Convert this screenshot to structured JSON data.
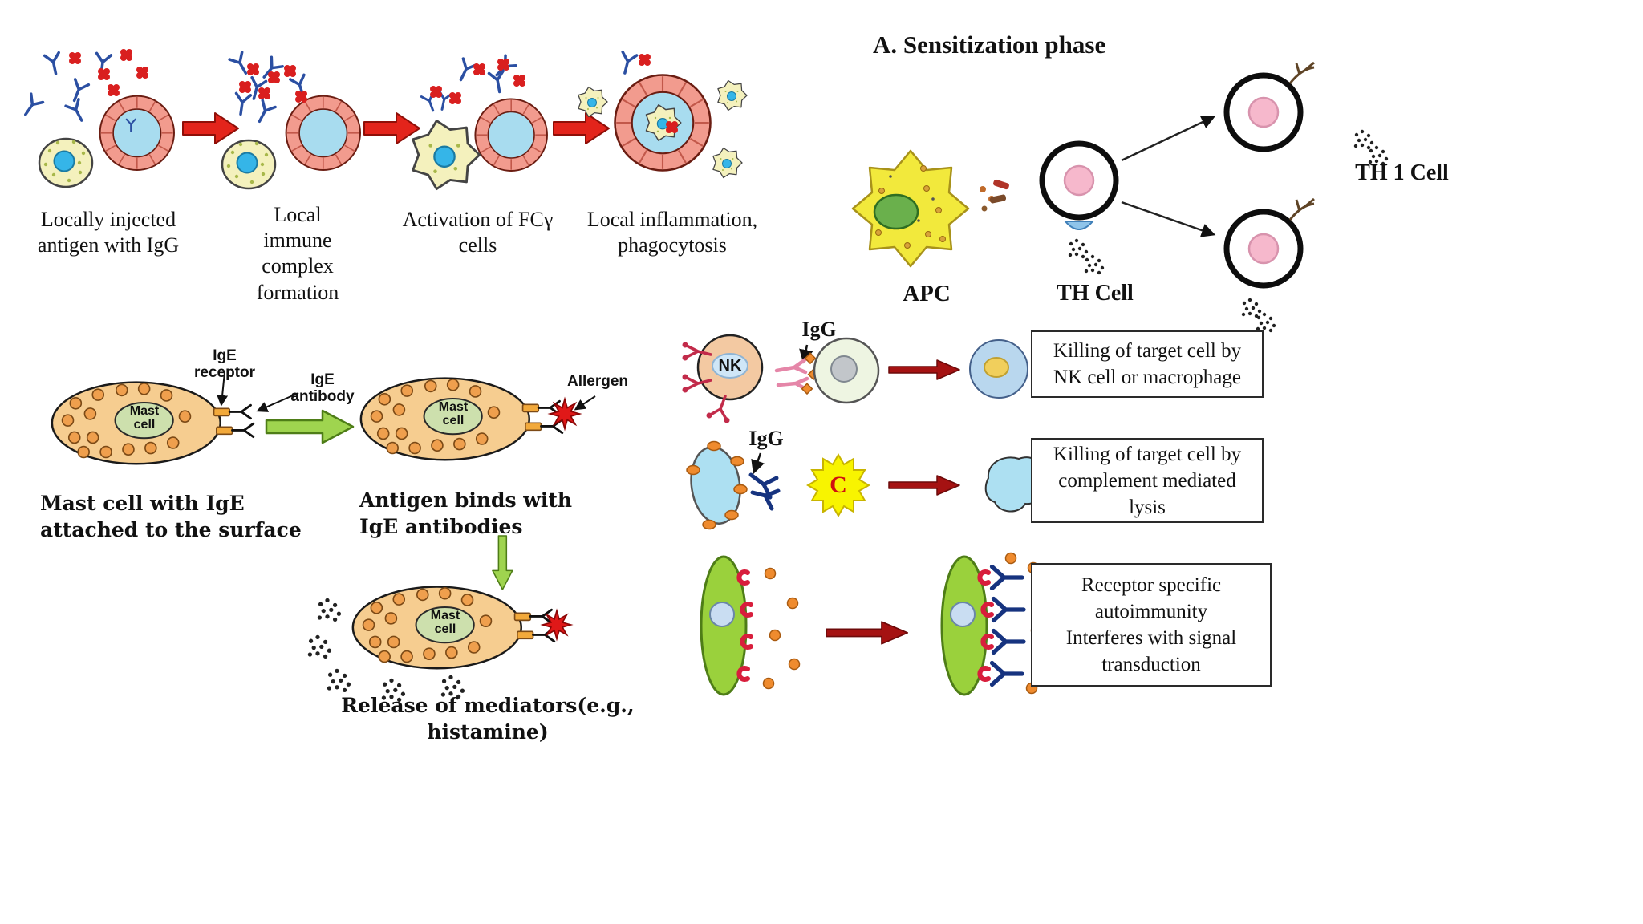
{
  "colors": {
    "vessel_ring": "#f29b8e",
    "vessel_lumen": "#a8dcef",
    "antibody_blue": "#2b4fa2",
    "antigen_red": "#d91f1f",
    "arrow_red": "#e3241b",
    "arrow_green": "#9fd44f",
    "arrow_dark_red": "#a51212",
    "mast_body": "#f6cd90",
    "mast_nucleus": "#cde0ad",
    "granule_orange": "#ef9f4d",
    "apc_yellow": "#f2e93c",
    "th_nucleus_pink": "#f6b8cc",
    "nk_body": "#f3c9a2",
    "complement_yellow": "#f8f400",
    "green_cell": "#9ad13c",
    "box_border": "#2a2a2a"
  },
  "type3_panel": {
    "captions": [
      "Locally injected antigen with IgG",
      "Local immune complex formation",
      "Activation of FCγ cells",
      "Local inflammation, phagocytosis"
    ]
  },
  "sensitization_panel": {
    "title": "A. Sensitization phase",
    "apc_label": "APC",
    "th_label": "TH Cell",
    "th1_label": "TH 1 Cell"
  },
  "mast_panel": {
    "receptor_label": "IgE receptor",
    "antibody_label": "IgE antibody",
    "cell_label": "Mast cell",
    "allergen_label": "Allergen",
    "caption_1": "Mast cell with IgE attached to the surface",
    "caption_2": "Antigen binds with IgE antibodies",
    "caption_3": "Release of mediators(e.g., histamine)"
  },
  "type2_panel": {
    "nk_label": "NK",
    "igg_label_row1": "IgG",
    "igg_label_row2": "IgG",
    "complement_label": "C",
    "box_1": "Killing of target cell by NK cell or macrophage",
    "box_2": "Killing of target cell by complement mediated lysis",
    "box_3_line1": "Receptor specific autoimmunity",
    "box_3_line2": "Interferes with signal transduction"
  }
}
